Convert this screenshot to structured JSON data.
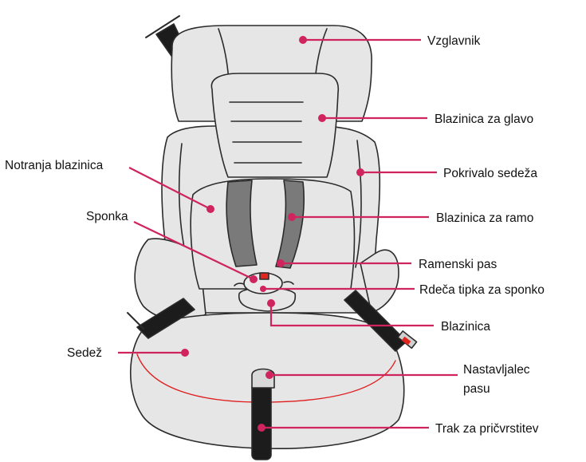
{
  "colors": {
    "leader": "#d0245e",
    "dot": "#d0245e",
    "seat_fill": "#e6e6e6",
    "outline": "#2b2b2b",
    "harness": "#7a7a7a",
    "belt": "#1c1c1c",
    "seam": "#e01e1e",
    "buckle_red": "#e0261e"
  },
  "labels": {
    "vzglavnik": "Vzglavnik",
    "blazinica_za_glavo": "Blazinica za glavo",
    "pokrivalo_sedeza": "Pokrivalo sedeža",
    "blazinica_za_ramo": "Blazinica za ramo",
    "ramenski_pas": "Ramenski pas",
    "rdeca_tipka": "Rdeča tipka za sponko",
    "blazinica": "Blazinica",
    "nastavljalec_1": "Nastavljalec",
    "nastavljalec_2": "pasu",
    "trak": "Trak za pričvrstitev",
    "notranja_blazinica": "Notranja blazinica",
    "sponka": "Sponka",
    "sedez": "Sedež"
  }
}
